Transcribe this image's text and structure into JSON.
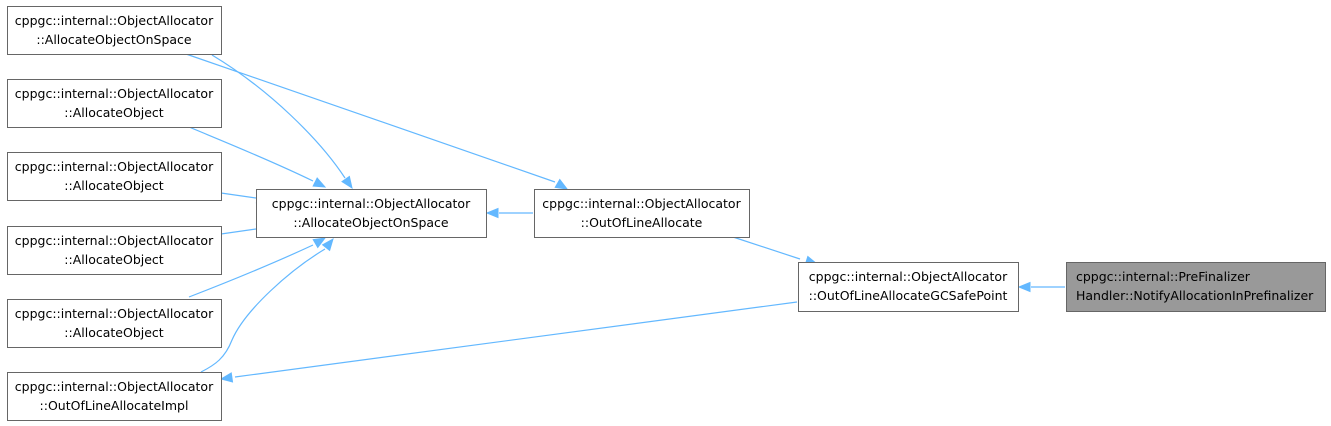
{
  "diagram": {
    "type": "caller-graph",
    "colors": {
      "edge": "#63b8ff",
      "node_border": "#666666",
      "node_fill": "#ffffff",
      "root_fill": "#999999"
    },
    "nodes": [
      {
        "id": "n1",
        "line1": "cppgc::internal::ObjectAllocator",
        "line2": "::AllocateObjectOnSpace"
      },
      {
        "id": "n2",
        "line1": "cppgc::internal::ObjectAllocator",
        "line2": "::AllocateObject"
      },
      {
        "id": "n3",
        "line1": "cppgc::internal::ObjectAllocator",
        "line2": "::AllocateObject"
      },
      {
        "id": "n4",
        "line1": "cppgc::internal::ObjectAllocator",
        "line2": "::AllocateObject"
      },
      {
        "id": "n5",
        "line1": "cppgc::internal::ObjectAllocator",
        "line2": "::AllocateObject"
      },
      {
        "id": "n6",
        "line1": "cppgc::internal::ObjectAllocator",
        "line2": "::OutOfLineAllocateImpl"
      },
      {
        "id": "n7",
        "line1": "cppgc::internal::ObjectAllocator",
        "line2": "::AllocateObjectOnSpace"
      },
      {
        "id": "n8",
        "line1": "cppgc::internal::ObjectAllocator",
        "line2": "::OutOfLineAllocate"
      },
      {
        "id": "n9",
        "line1": "cppgc::internal::ObjectAllocator",
        "line2": "::OutOfLineAllocateGCSafePoint"
      },
      {
        "id": "n10",
        "line1": "cppgc::internal::PreFinalizer",
        "line2": "Handler::NotifyAllocationInPrefinalizer",
        "root": true
      }
    ],
    "edges": [
      {
        "from": "n10",
        "to": "n9"
      },
      {
        "from": "n9",
        "to": "n8"
      },
      {
        "from": "n9",
        "to": "n6"
      },
      {
        "from": "n8",
        "to": "n1"
      },
      {
        "from": "n8",
        "to": "n7"
      },
      {
        "from": "n7",
        "to": "n1"
      },
      {
        "from": "n7",
        "to": "n2"
      },
      {
        "from": "n7",
        "to": "n3"
      },
      {
        "from": "n7",
        "to": "n4"
      },
      {
        "from": "n7",
        "to": "n5"
      },
      {
        "from": "n7",
        "to": "n6"
      }
    ]
  }
}
